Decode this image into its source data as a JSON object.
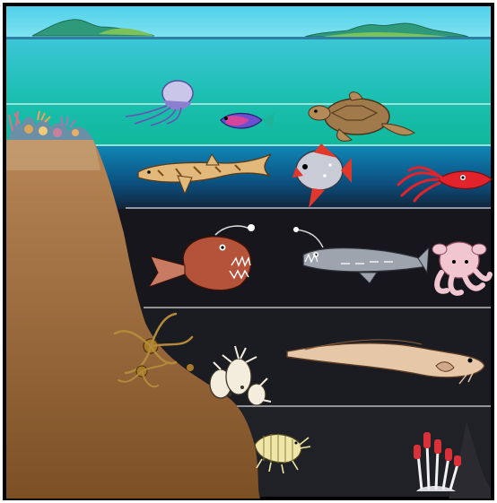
{
  "scene": {
    "kind": "ocean depth zones illustration",
    "zones": [
      {
        "id": "sky",
        "color": "#5fd6ea"
      },
      {
        "id": "sunlit-surface",
        "color": "#2ec4c9"
      },
      {
        "id": "sunlit-lower",
        "color": "#12b7a0"
      },
      {
        "id": "twilight",
        "color": "#0b5fa0"
      },
      {
        "id": "midnight",
        "color": "#141419"
      },
      {
        "id": "abyssal",
        "color": "#1b1b22"
      },
      {
        "id": "hadal",
        "color": "#222228"
      }
    ],
    "seafloor_color": "#9a6a3a",
    "islands": [
      "left-island",
      "right-island"
    ],
    "creatures": [
      "portuguese-man-o-war",
      "parrotfish",
      "sea-turtle",
      "coral-reef",
      "bamboo-shark",
      "opah",
      "firefly-squid",
      "anglerfish",
      "viperfish",
      "dumbo-octopus",
      "brittle-star",
      "sea-sponge",
      "cusk-eel",
      "amphipod",
      "tube-worms"
    ]
  }
}
